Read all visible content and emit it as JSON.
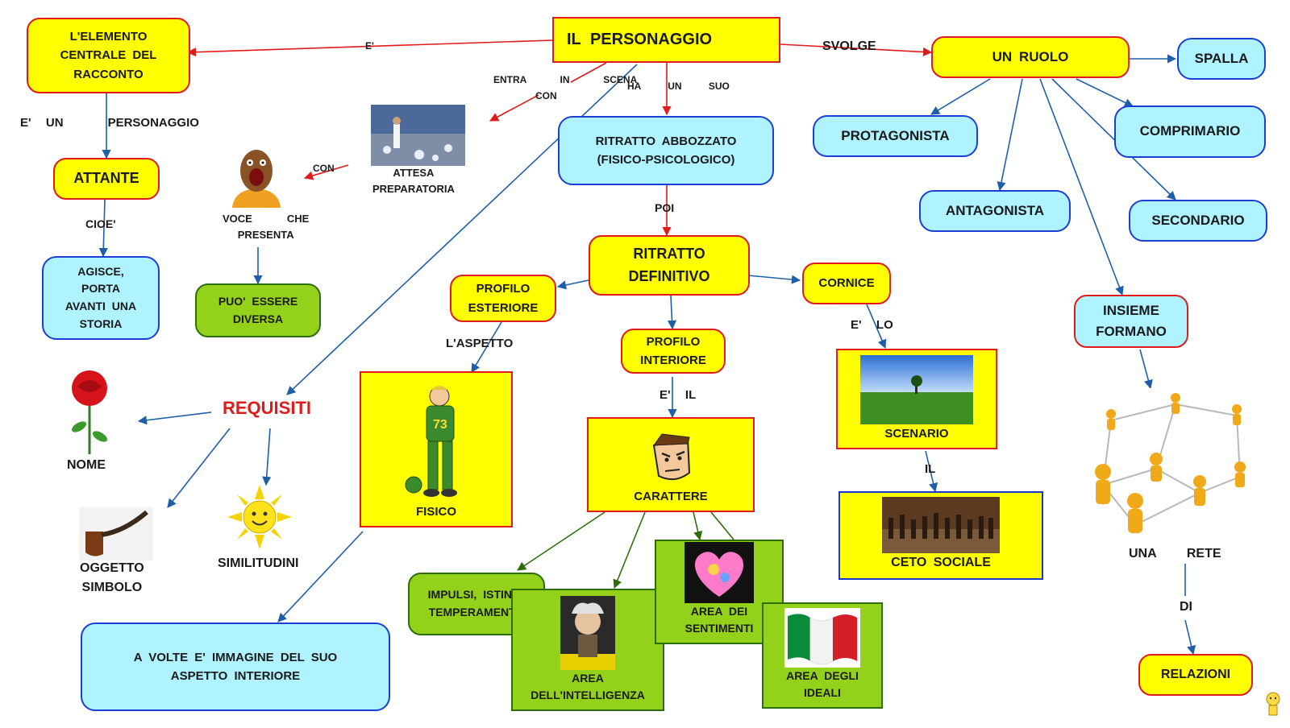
{
  "nodes": {
    "personaggio": "IL     PERSONAGGIO",
    "elemento": "L'ELEMENTO\nCENTRALE    DEL\nRACCONTO",
    "ruolo": "UN    RUOLO",
    "spalla": "SPALLA",
    "protagonista": "PROTAGONISTA",
    "comprimario": "COMPRIMARIO",
    "antagonista": "ANTAGONISTA",
    "secondario": "SECONDARIO",
    "attante": "ATTANTE",
    "agisce": "AGISCE,\nPORTA\nAVANTI    UNA\nSTORIA",
    "puo": "PUO'    ESSERE\nDIVERSA",
    "abbozzato": "RITRATTO      ABBOZZATO\n(FISICO-PSICOLOGICO)",
    "definitivo": "RITRATTO\nDEFINITIVO",
    "esteriore": "PROFILO\nESTERIORE",
    "interiore": "PROFILO\nINTERIORE",
    "cornice": "CORNICE",
    "insieme": "INSIEME\nFORMANO",
    "relazioni": "RELAZIONI",
    "avolte": "A    VOLTE    E'    IMMAGINE     DEL    SUO\nASPETTO      INTERIORE",
    "impulsi": "IMPULSI,    ISTINTI,\nTEMPERAMENTO",
    "fisico": "FISICO",
    "carattere": "CARATTERE",
    "scenario": "SCENARIO",
    "ceto": "CETO      SOCIALE",
    "intelligenza": "AREA\nDELL'INTELLIGENZA",
    "sentimenti": "AREA     DEI\nSENTIMENTI",
    "ideali": "AREA      DEGLI\nIDEALI"
  },
  "labels": {
    "e1": "E'",
    "svolge": "SVOLGE",
    "entra": "ENTRA     IN     SCENA",
    "con1": "CON",
    "hasuo": "HA    UN    SUO",
    "poi": "POI",
    "eun": "E'  UN      PERSONAGGIO",
    "cioe": "CIOE'",
    "attesa": "ATTESA\nPREPARATORIA",
    "con2": "CON",
    "voce": "VOCE     CHE\nPRESENTA",
    "requisiti": "REQUISITI",
    "nome": "NOME",
    "oggetto": "OGGETTO\nSIMBOLO",
    "similitudini": "SIMILITUDINI",
    "aspetto": "L'ASPETTO",
    "eil": "E'  IL",
    "elo": "E'  LO",
    "il": "IL",
    "unarete": "UNA    RETE",
    "di": "DI"
  },
  "colors": {
    "red_link": "#e01b1b",
    "blue_link": "#1f5fa8",
    "green_link": "#2e6e0a",
    "yellow": "#ffff00",
    "cyan": "#aef3ff",
    "green": "#94d11a"
  }
}
